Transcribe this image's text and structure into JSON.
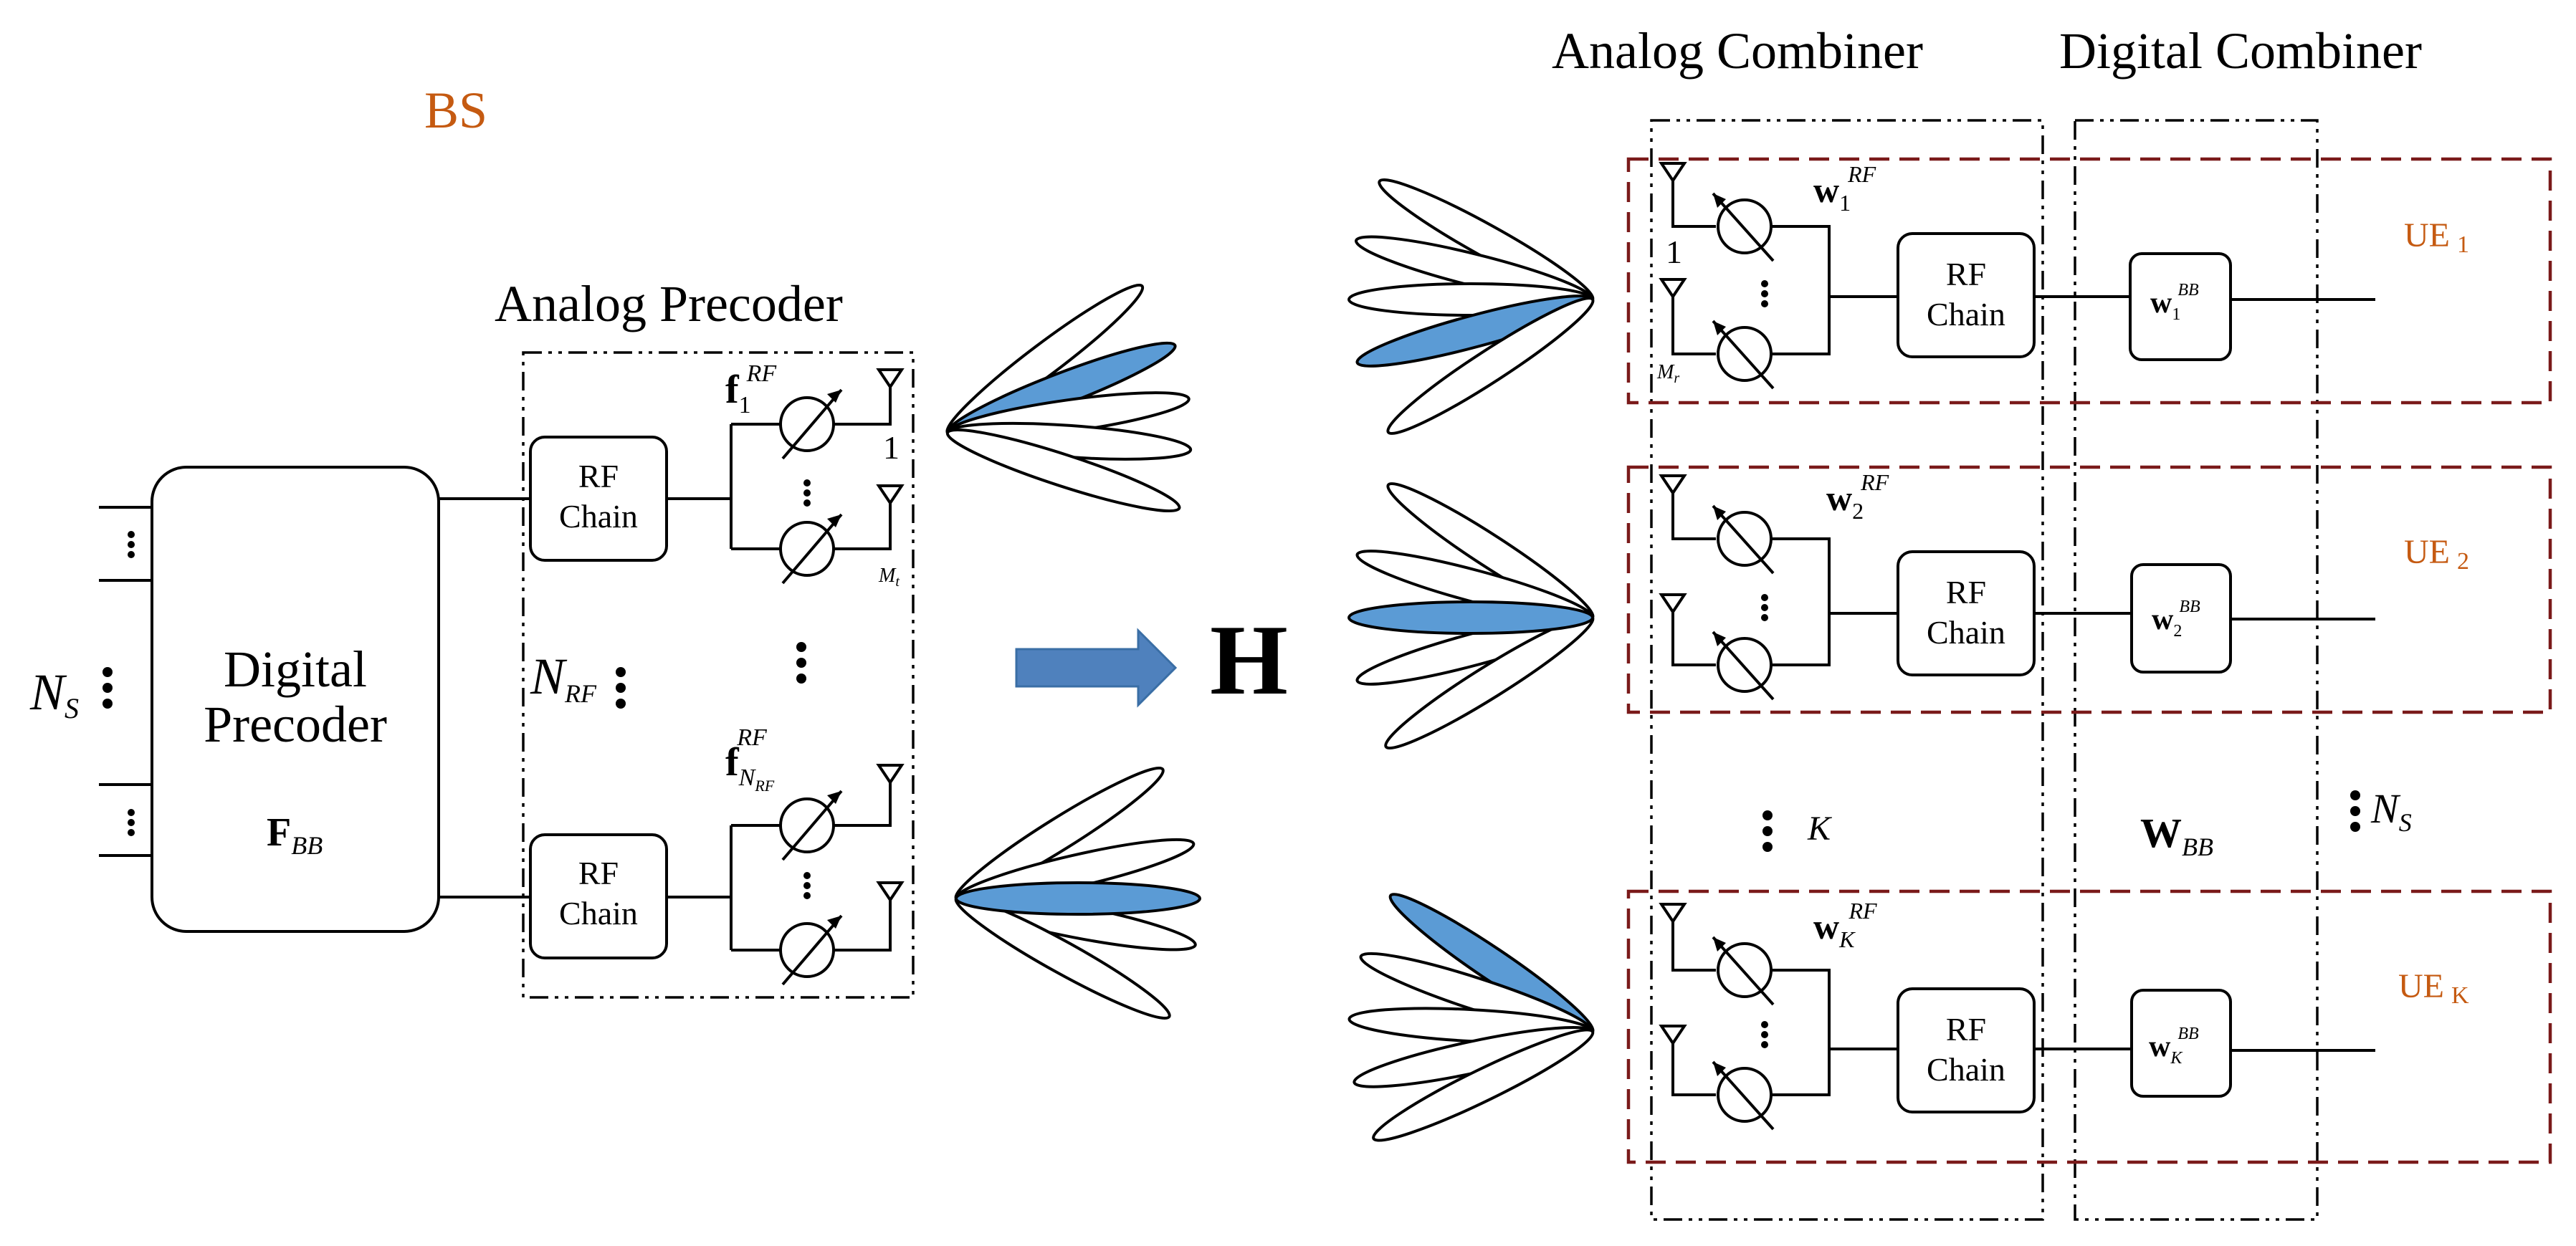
{
  "bs_label": "BS",
  "analog_precoder_title": "Analog Precoder",
  "analog_combiner_title": "Analog Combiner",
  "digital_combiner_title": "Digital Combiner",
  "digital_precoder": {
    "line1": "Digital",
    "line2": "Precoder",
    "matrix": "F",
    "matrix_sub": "BB"
  },
  "ns_label": {
    "main": "N",
    "sub": "S"
  },
  "nrf_label": {
    "main": "N",
    "sub": "RF"
  },
  "rf_chain": {
    "line1": "RF",
    "line2": "Chain"
  },
  "precoder_vectors": {
    "first": {
      "main": "f",
      "sub": "1",
      "sup": "RF"
    },
    "last": {
      "main": "f",
      "sub": "N",
      "subsub": "RF",
      "sup": "RF"
    }
  },
  "antenna_index_first": "1",
  "antenna_index_mt": {
    "main": "M",
    "sub": "t"
  },
  "antenna_index_mr": {
    "main": "M",
    "sub": "r"
  },
  "channel_label": "H",
  "k_label": "K",
  "wbb_label": {
    "main": "W",
    "sub": "BB"
  },
  "users": [
    {
      "ue": "UE",
      "ue_sub": "1",
      "wrf_main": "w",
      "wrf_sub": "1",
      "wrf_sup": "RF",
      "wbb_main": "w",
      "wbb_sub": "1",
      "wbb_sup": "BB"
    },
    {
      "ue": "UE",
      "ue_sub": "2",
      "wrf_main": "w",
      "wrf_sub": "2",
      "wrf_sup": "RF",
      "wbb_main": "w",
      "wbb_sub": "2",
      "wbb_sup": "BB"
    },
    {
      "ue": "UE",
      "ue_sub": "K",
      "wrf_main": "w",
      "wrf_sub": "K",
      "wrf_sup": "RF",
      "wbb_main": "w",
      "wbb_sub": "K",
      "wbb_sup": "BB"
    }
  ],
  "colors": {
    "accent": "#c55a11",
    "ue_border": "#7a1a1a",
    "beam_fill": "#5b9bd5",
    "arrow_fill": "#4f81bd"
  }
}
